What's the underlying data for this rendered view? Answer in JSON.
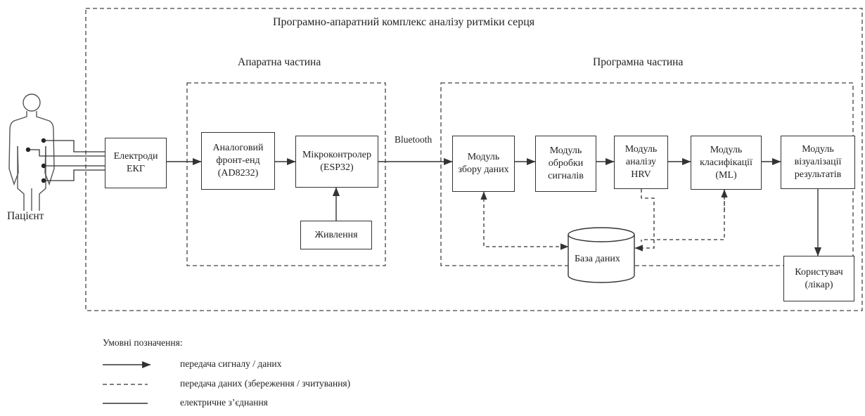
{
  "title": "Програмно-апаратний комплекс аналізу ритміки серця",
  "hardware_label": "Апаратна частина",
  "software_label": "Програмна частина",
  "patient_label": "Пацієнт",
  "bluetooth_label": "Bluetooth",
  "nodes": {
    "electrodes": "Електроди\nЕКГ",
    "afe": "Аналоговий\nфронт-енд\n(AD8232)",
    "mcu": "Мікроконтролер\n(ESP32)",
    "power": "Живлення",
    "collect": "Модуль\nзбору даних",
    "process": "Модуль\nобробки\nсигналів",
    "hrv": "Модуль\nаналізу\nHRV",
    "classify": "Модуль\nкласифікації\n(ML)",
    "visualize": "Модуль\nвізуалізації\nрезультатів",
    "database": "База даних",
    "user": "Користувач\n(лікар)"
  },
  "legend": {
    "title": "Умовні позначення:",
    "solid_arrow": "передача сигналу / даних",
    "dashed": "передача даних (збереження / зчитування)",
    "solid_line": "електричне з’єднання"
  }
}
